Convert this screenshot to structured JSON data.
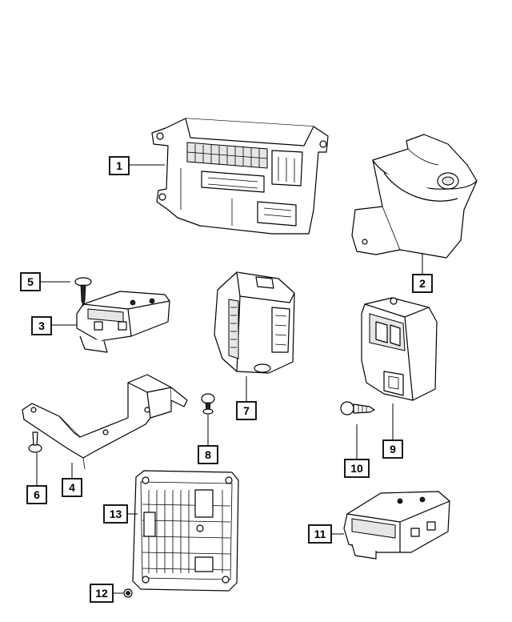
{
  "callouts": [
    {
      "id": "c1",
      "label": "1"
    },
    {
      "id": "c2",
      "label": "2"
    },
    {
      "id": "c3",
      "label": "3"
    },
    {
      "id": "c4",
      "label": "4"
    },
    {
      "id": "c5",
      "label": "5"
    },
    {
      "id": "c6",
      "label": "6"
    },
    {
      "id": "c7",
      "label": "7"
    },
    {
      "id": "c8",
      "label": "8"
    },
    {
      "id": "c9",
      "label": "9"
    },
    {
      "id": "c10",
      "label": "10"
    },
    {
      "id": "c11",
      "label": "11"
    },
    {
      "id": "c12",
      "label": "12"
    },
    {
      "id": "c13",
      "label": "13"
    }
  ]
}
